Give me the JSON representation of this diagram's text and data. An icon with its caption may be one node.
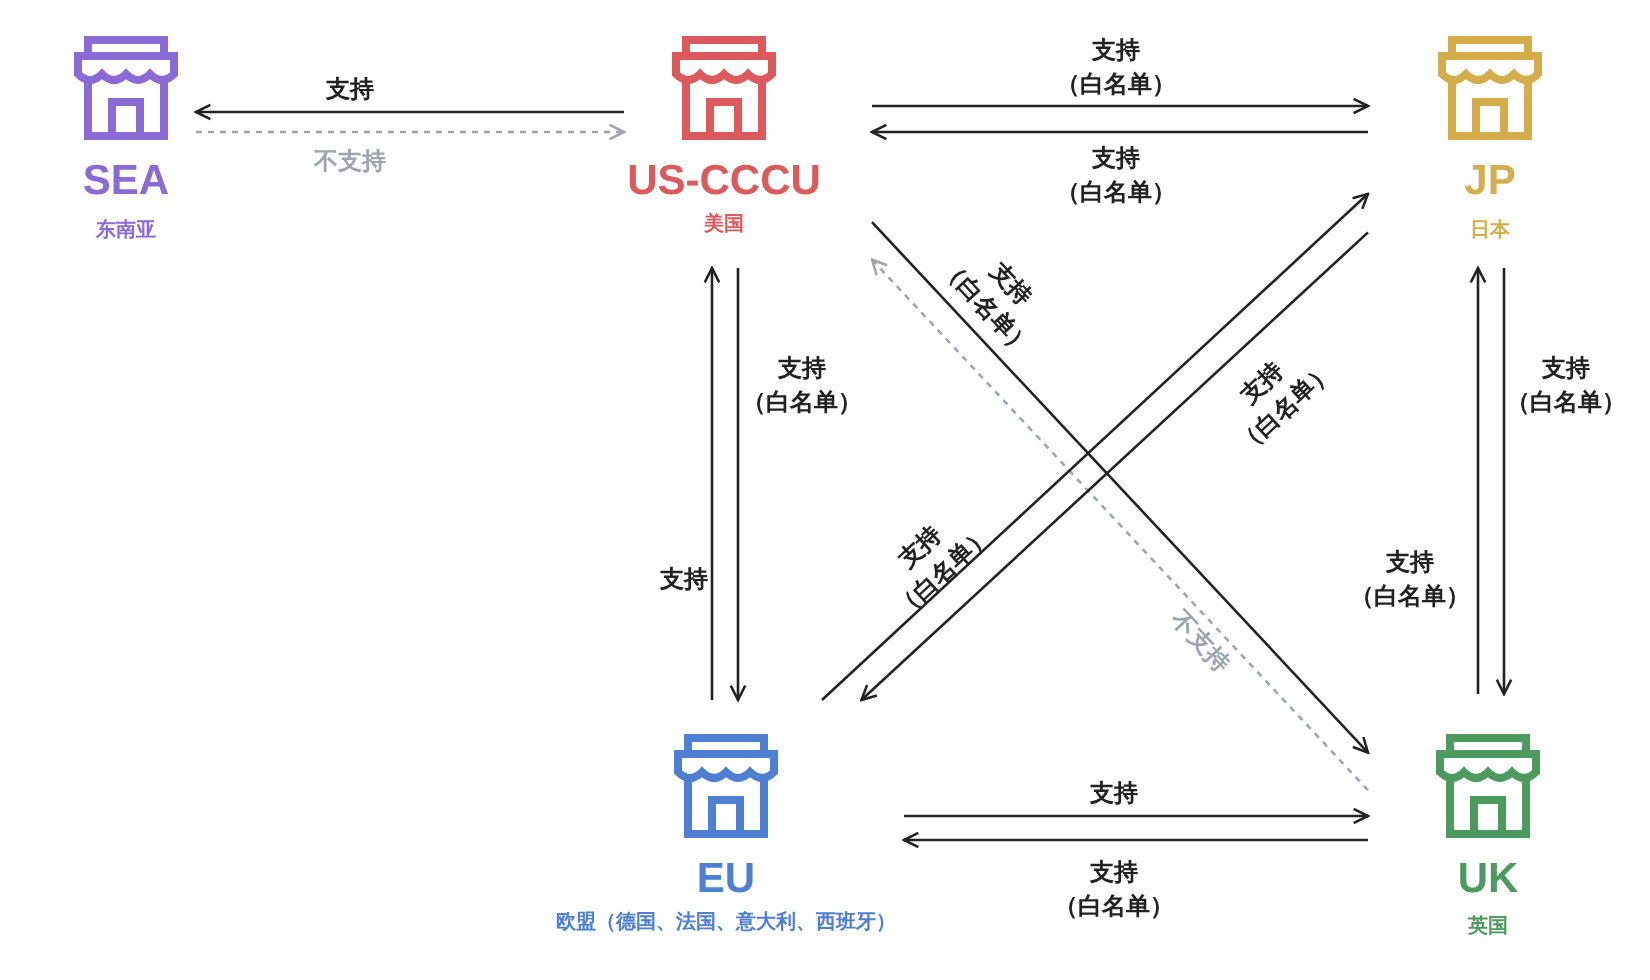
{
  "diagram": {
    "nodes": [
      {
        "text": [
          "SEA",
          "东南亚"
        ]
      },
      {
        "text": [
          "US-CCCU",
          "美国"
        ]
      },
      {
        "text": [
          "JP",
          "日本"
        ]
      },
      {
        "text": [
          "EU",
          "欧盟（德国、法国、意大利、西班牙）"
        ]
      },
      {
        "text": [
          "UK",
          "英国"
        ]
      }
    ],
    "edges": [
      {
        "from": 1,
        "to": 0,
        "arrow": "to",
        "label": "支持"
      },
      {
        "from": 0,
        "to": 1,
        "arrow": "to",
        "label": "不支持",
        "style": "dashed",
        "color": "#9ea5ae"
      },
      {
        "from": 1,
        "to": 2,
        "arrow": "to",
        "label": "支持（白名单）"
      },
      {
        "from": 2,
        "to": 1,
        "arrow": "to",
        "label": "支持（白名单）"
      },
      {
        "from": 3,
        "to": 1,
        "arrow": "to",
        "label": "支持"
      },
      {
        "from": 1,
        "to": 3,
        "arrow": "to",
        "label": "支持（白名单）"
      },
      {
        "from": 1,
        "to": 4,
        "arrow": "to",
        "label": "支持（白名单）"
      },
      {
        "from": 4,
        "to": 1,
        "arrow": "to",
        "label": "不支持",
        "style": "dashed",
        "color": "#9ea5ae"
      },
      {
        "from": 3,
        "to": 2,
        "arrow": "to",
        "label": "支持（白名单）"
      },
      {
        "from": 2,
        "to": 3,
        "arrow": "to",
        "label": "支持（白名单）"
      },
      {
        "from": 2,
        "to": 4,
        "arrow": "to",
        "label": "支持（白名单）"
      },
      {
        "from": 4,
        "to": 2,
        "arrow": "to",
        "label": "支持（白名单）"
      },
      {
        "from": 3,
        "to": 4,
        "arrow": "to",
        "label": "支持"
      },
      {
        "from": 4,
        "to": 3,
        "arrow": "to",
        "label": "支持（白名单）"
      }
    ]
  }
}
